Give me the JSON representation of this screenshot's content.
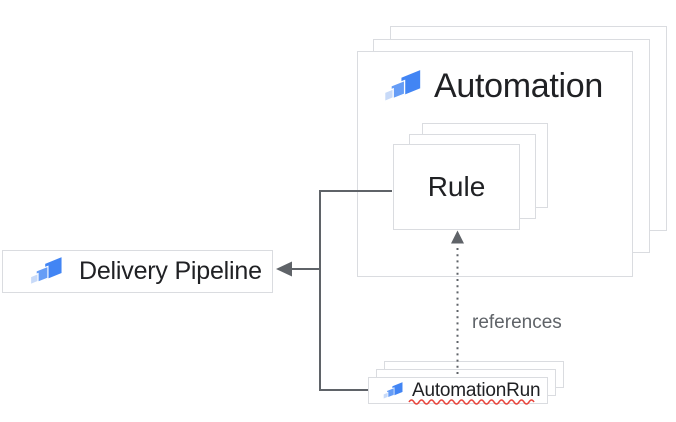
{
  "diagram": {
    "automation": {
      "label": "Automation"
    },
    "rule": {
      "label": "Rule"
    },
    "delivery_pipeline": {
      "label": "Delivery Pipeline"
    },
    "automation_run": {
      "label": "AutomationRun",
      "has_spellcheck_squiggle": true
    },
    "reference_edge": {
      "label": "references",
      "style": "dotted-arrow"
    },
    "colors": {
      "box_border": "#dadce0",
      "box_fill": "#ffffff",
      "text": "#202124",
      "connector": "#5f6368",
      "edge_label_text": "#5f6368",
      "spellcheck_red": "#e8453c",
      "icon_blue_primary": "#4285f4",
      "icon_blue_medium": "#669df6",
      "icon_blue_light": "#c8daf8"
    }
  }
}
